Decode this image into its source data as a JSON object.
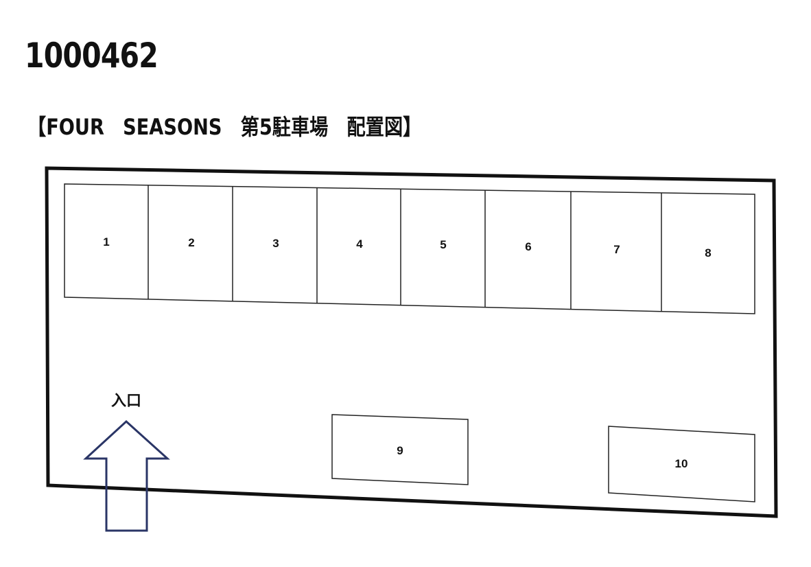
{
  "document_id": "1000462",
  "title": "【FOUR　SEASONS　第5駐車場　配置図】",
  "entrance_label": "入口",
  "spaces": [
    "1",
    "2",
    "3",
    "4",
    "5",
    "6",
    "7",
    "8",
    "9",
    "10"
  ],
  "colors": {
    "line": "#111111",
    "arrow": "#2a3566"
  }
}
